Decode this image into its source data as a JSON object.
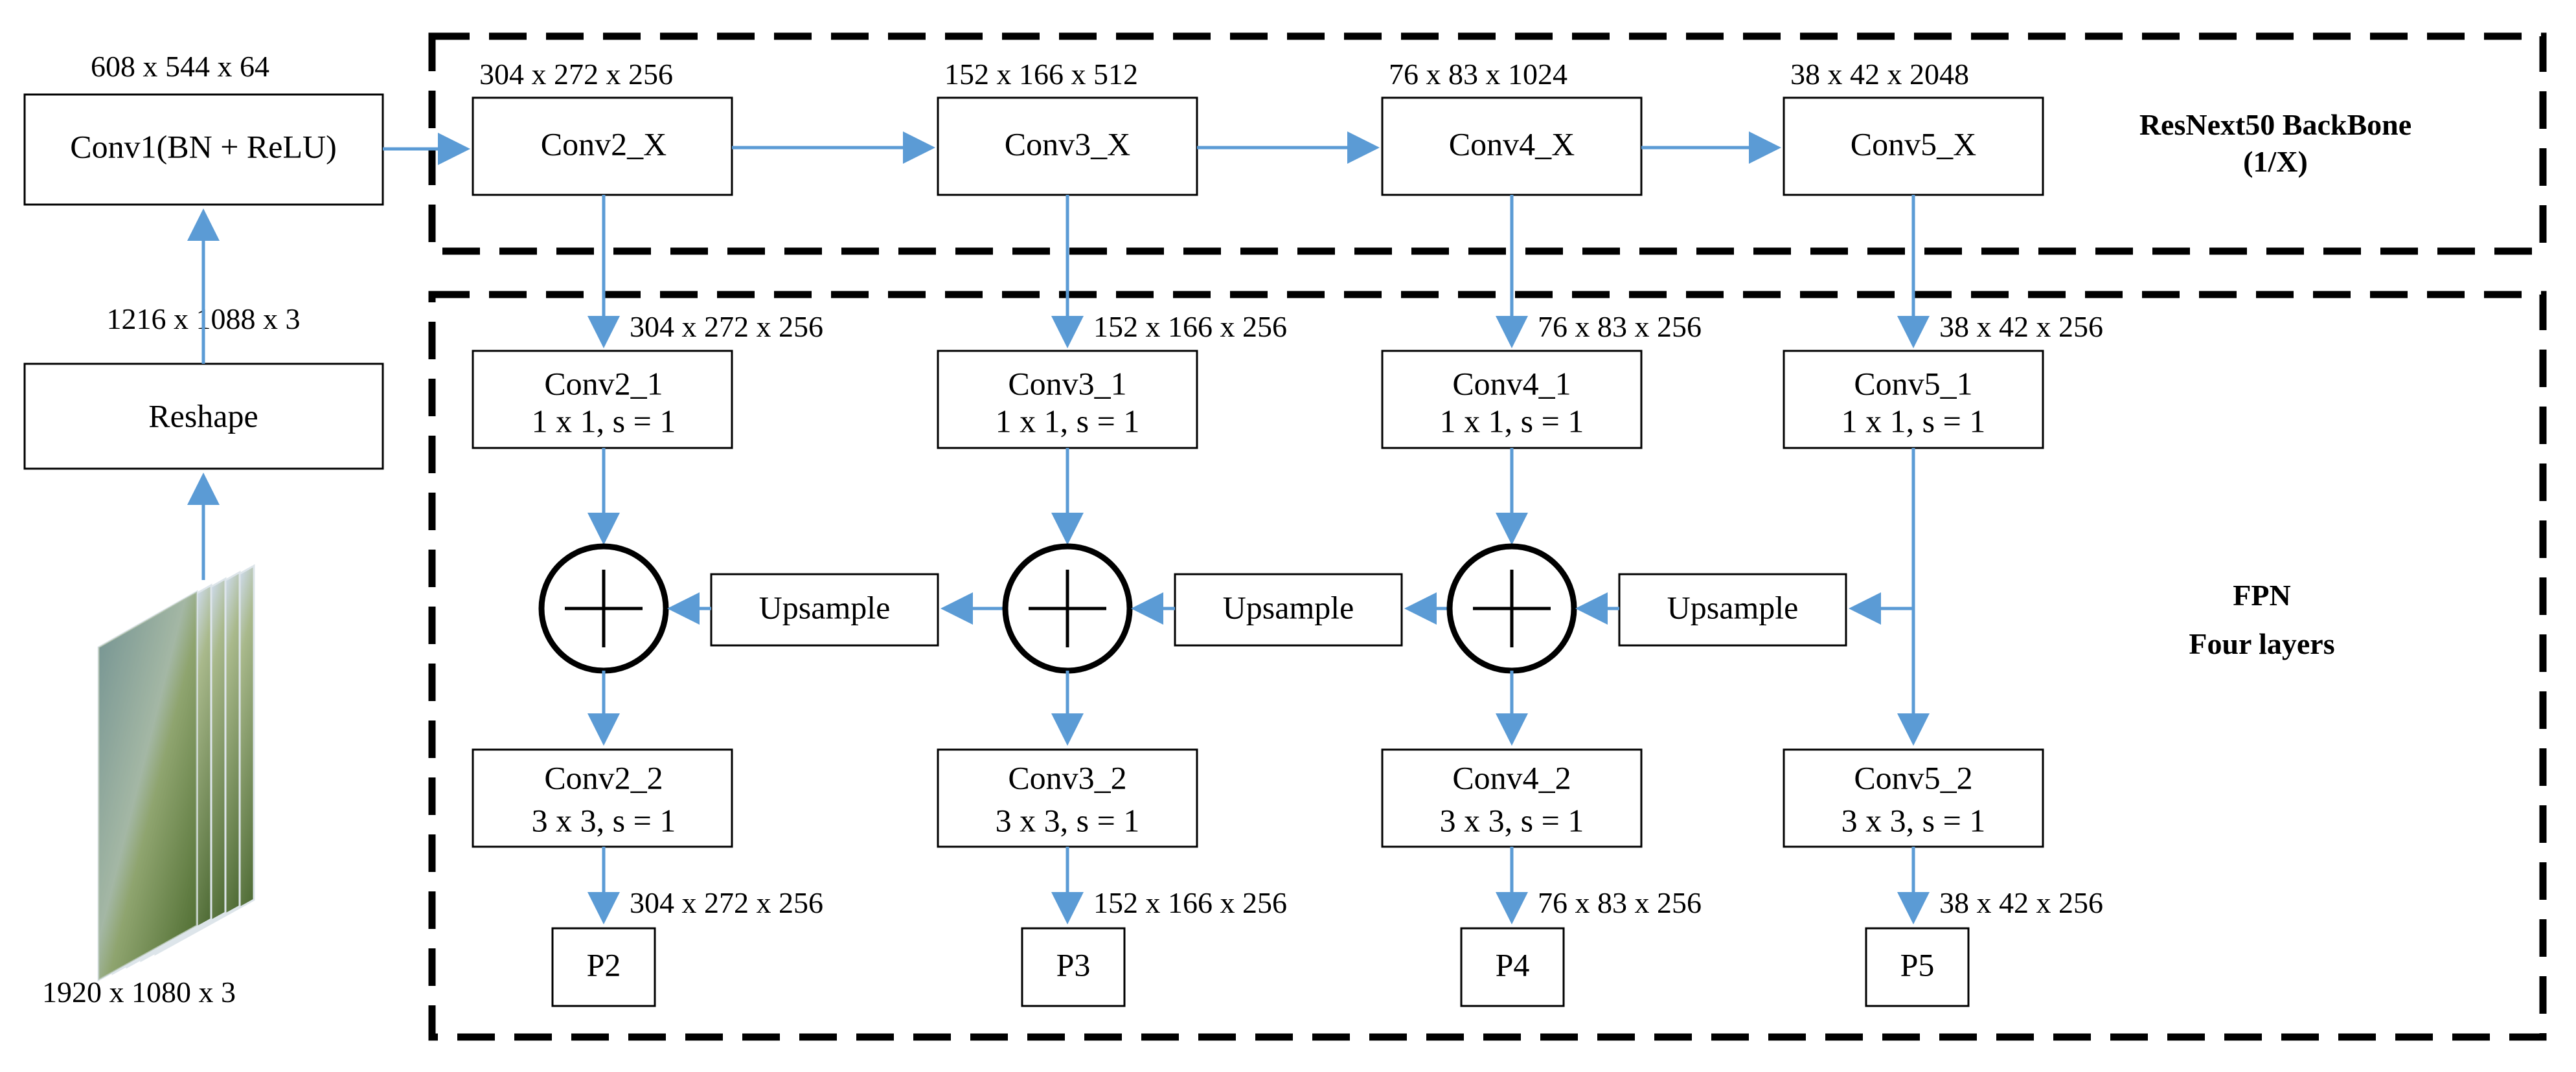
{
  "input": {
    "size_label": "1920 x 1080 x 3",
    "frame_colors": [
      "#6e8fb3",
      "#9fb6c8",
      "#c9d6de",
      "#5f7f3a",
      "#3d5c24"
    ]
  },
  "reshape": {
    "label": "Reshape",
    "output": "1216 x 1088 x 3"
  },
  "conv1": {
    "label": "Conv1(BN + ReLU)",
    "output": "608 x 544 x 64"
  },
  "backbone": {
    "title_line1": "ResNext50 BackBone",
    "title_line2": "(1/X)",
    "stages": [
      {
        "label": "Conv2_X",
        "output": "304 x 272 x 256"
      },
      {
        "label": "Conv3_X",
        "output": "152 x 166 x 512"
      },
      {
        "label": "Conv4_X",
        "output": "76 x 83 x 1024"
      },
      {
        "label": "Conv5_X",
        "output": "38 x 42 x 2048"
      }
    ]
  },
  "fpn": {
    "title_line1": "FPN",
    "title_line2": "Four layers",
    "lateral": [
      {
        "name": "Conv2_1",
        "spec": "1 x 1,  s = 1",
        "output": "304 x 272 x 256"
      },
      {
        "name": "Conv3_1",
        "spec": "1 x 1,  s = 1",
        "output": "152 x 166 x 256"
      },
      {
        "name": "Conv4_1",
        "spec": "1 x 1,  s = 1",
        "output": "76 x 83 x 256"
      },
      {
        "name": "Conv5_1",
        "spec": "1 x 1,  s = 1",
        "output": "38 x 42 x 256"
      }
    ],
    "upsample_label": "Upsample",
    "smooth": [
      {
        "name": "Conv2_2",
        "spec": "3 x 3,  s = 1",
        "output": "304 x 272 x 256"
      },
      {
        "name": "Conv3_2",
        "spec": "3 x 3,  s = 1",
        "output": "152 x 166 x 256"
      },
      {
        "name": "Conv4_2",
        "spec": "3 x 3,  s = 1",
        "output": "76 x 83 x 256"
      },
      {
        "name": "Conv5_2",
        "spec": "3 x 3,  s = 1",
        "output": "38 x 42 x 256"
      }
    ],
    "outputs": [
      "P2",
      "P3",
      "P4",
      "P5"
    ]
  },
  "colors": {
    "arrow": "#5b9bd5",
    "box_border": "#000000",
    "box_fill_top": "#ffffff",
    "box_fill_bottom": "#e7edf4"
  }
}
